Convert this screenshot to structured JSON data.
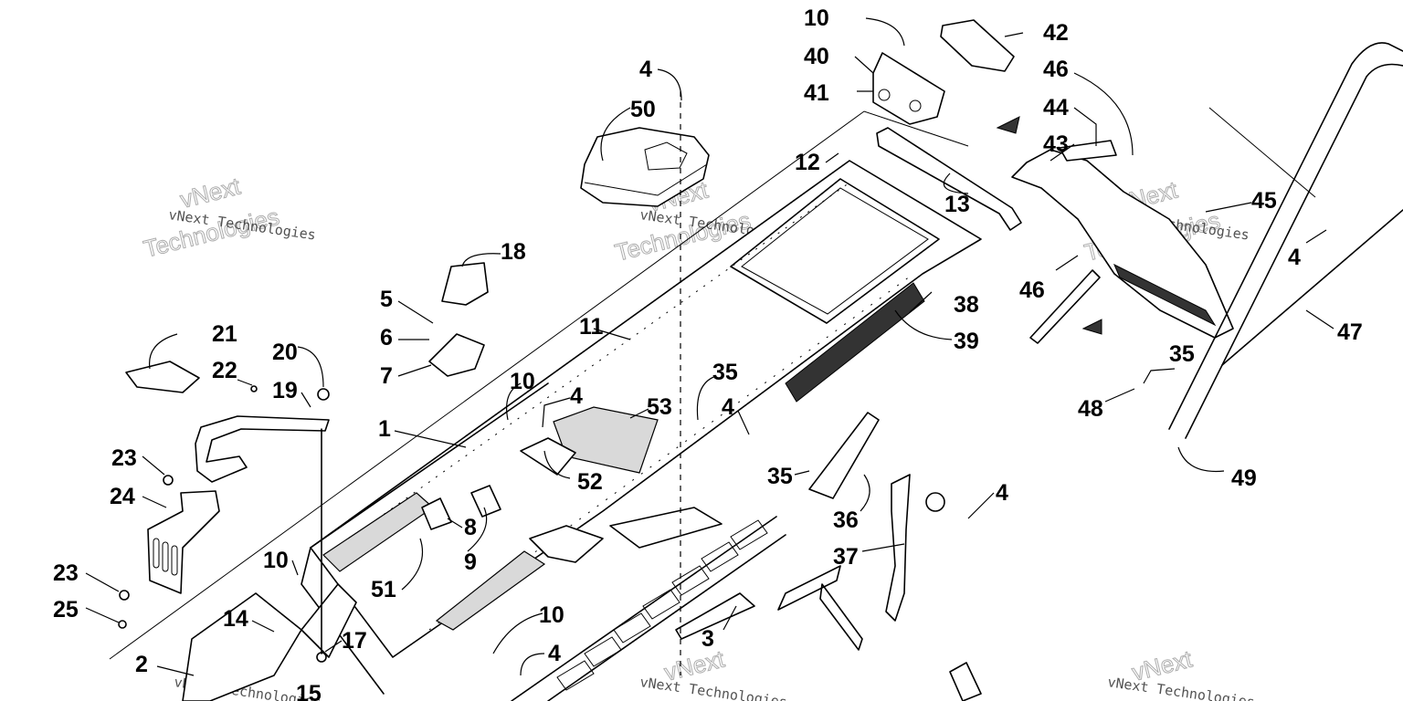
{
  "watermark": {
    "company": "vNext Technologies",
    "outline_top": "vNext",
    "outline_bottom": "Technologies"
  },
  "callouts": [
    {
      "id": "c1",
      "label": "1"
    },
    {
      "id": "c2",
      "label": "2"
    },
    {
      "id": "c3",
      "label": "3"
    },
    {
      "id": "c4a",
      "label": "4"
    },
    {
      "id": "c4b",
      "label": "4"
    },
    {
      "id": "c4c",
      "label": "4"
    },
    {
      "id": "c4d",
      "label": "4"
    },
    {
      "id": "c4e",
      "label": "4"
    },
    {
      "id": "c4f",
      "label": "4"
    },
    {
      "id": "c5",
      "label": "5"
    },
    {
      "id": "c6",
      "label": "6"
    },
    {
      "id": "c7",
      "label": "7"
    },
    {
      "id": "c8",
      "label": "8"
    },
    {
      "id": "c9",
      "label": "9"
    },
    {
      "id": "c10a",
      "label": "10"
    },
    {
      "id": "c10b",
      "label": "10"
    },
    {
      "id": "c10c",
      "label": "10"
    },
    {
      "id": "c10d",
      "label": "10"
    },
    {
      "id": "c11",
      "label": "11"
    },
    {
      "id": "c12",
      "label": "12"
    },
    {
      "id": "c13",
      "label": "13"
    },
    {
      "id": "c14",
      "label": "14"
    },
    {
      "id": "c15",
      "label": "15"
    },
    {
      "id": "c17",
      "label": "17"
    },
    {
      "id": "c18",
      "label": "18"
    },
    {
      "id": "c19",
      "label": "19"
    },
    {
      "id": "c20",
      "label": "20"
    },
    {
      "id": "c21",
      "label": "21"
    },
    {
      "id": "c22",
      "label": "22"
    },
    {
      "id": "c23a",
      "label": "23"
    },
    {
      "id": "c23b",
      "label": "23"
    },
    {
      "id": "c24",
      "label": "24"
    },
    {
      "id": "c25",
      "label": "25"
    },
    {
      "id": "c35a",
      "label": "35"
    },
    {
      "id": "c35b",
      "label": "35"
    },
    {
      "id": "c35c",
      "label": "35"
    },
    {
      "id": "c36",
      "label": "36"
    },
    {
      "id": "c37",
      "label": "37"
    },
    {
      "id": "c38",
      "label": "38"
    },
    {
      "id": "c39",
      "label": "39"
    },
    {
      "id": "c40",
      "label": "40"
    },
    {
      "id": "c41",
      "label": "41"
    },
    {
      "id": "c42",
      "label": "42"
    },
    {
      "id": "c43",
      "label": "43"
    },
    {
      "id": "c44",
      "label": "44"
    },
    {
      "id": "c45",
      "label": "45"
    },
    {
      "id": "c46a",
      "label": "46"
    },
    {
      "id": "c46b",
      "label": "46"
    },
    {
      "id": "c47",
      "label": "47"
    },
    {
      "id": "c48",
      "label": "48"
    },
    {
      "id": "c49",
      "label": "49"
    },
    {
      "id": "c50",
      "label": "50"
    },
    {
      "id": "c51",
      "label": "51"
    },
    {
      "id": "c52",
      "label": "52"
    },
    {
      "id": "c53",
      "label": "53"
    }
  ]
}
